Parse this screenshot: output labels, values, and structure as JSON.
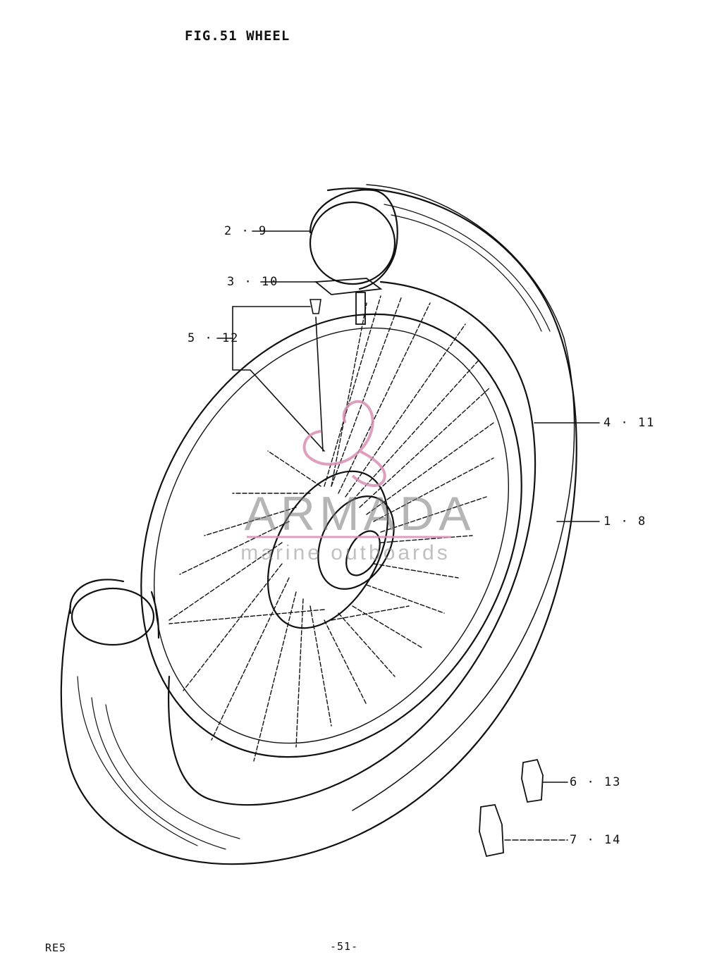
{
  "title": "FIG.51  WHEEL",
  "callouts": {
    "c_2_9": "2 · 9",
    "c_3_10": "3 · 10",
    "c_5_12": "5 · 12",
    "c_4_11": "4 · 11",
    "c_1_8": "1 · 8",
    "c_6_13": "6 · 13",
    "c_7_14": "7 · 14"
  },
  "footer": {
    "model": "RE5",
    "page": "-51-"
  },
  "watermark": {
    "brand": "ARMADA",
    "tagline": "marine outboards",
    "logo_color": "#d98fb4"
  },
  "line_color": "#111111"
}
